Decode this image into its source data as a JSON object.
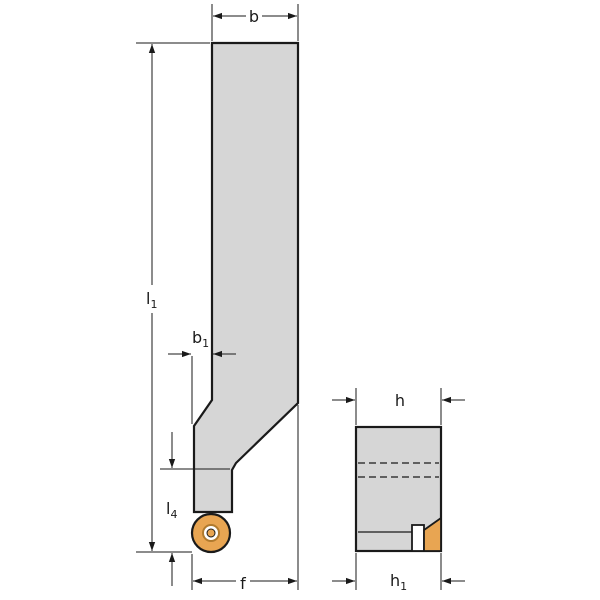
{
  "colors": {
    "body_fill": "#d6d6d6",
    "outline": "#1a1a1a",
    "insert": "#e8a552",
    "insert_center": "#ffffff",
    "insert_ring": "#b07a2e",
    "background": "#ffffff"
  },
  "labels": {
    "b": "b",
    "l1_main": "l",
    "l1_sub": "1",
    "b1_main": "b",
    "b1_sub": "1",
    "l4_main": "l",
    "l4_sub": "4",
    "f": "f",
    "h": "h",
    "h1_main": "h",
    "h1_sub": "1"
  }
}
